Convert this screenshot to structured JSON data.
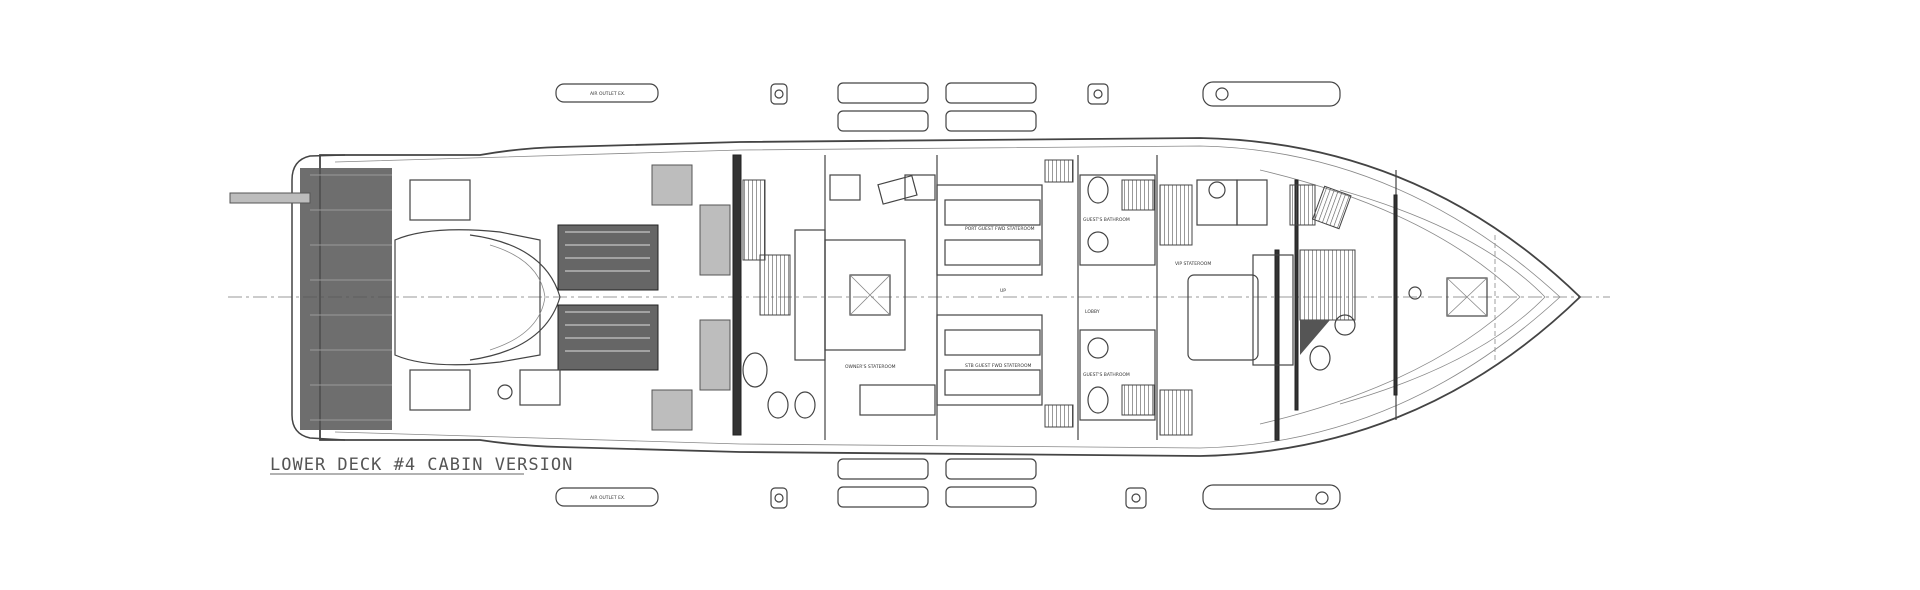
{
  "drawing": {
    "title": "LOWER DECK #4 CABIN VERSION",
    "fender_label": "AIR OUTLET EX.",
    "rooms": {
      "owner": "OWNER'S STATEROOM",
      "port_guest": "PORT GUEST FWD STATEROOM",
      "stb_guest": "STB GUEST FWD STATEROOM",
      "guest_bath_port": "GUEST'S BATHROOM",
      "guest_bath_stb": "GUEST'S BATHROOM",
      "vip": "VIP STATEROOM",
      "lobby": "LOBBY",
      "up": "UP"
    }
  }
}
